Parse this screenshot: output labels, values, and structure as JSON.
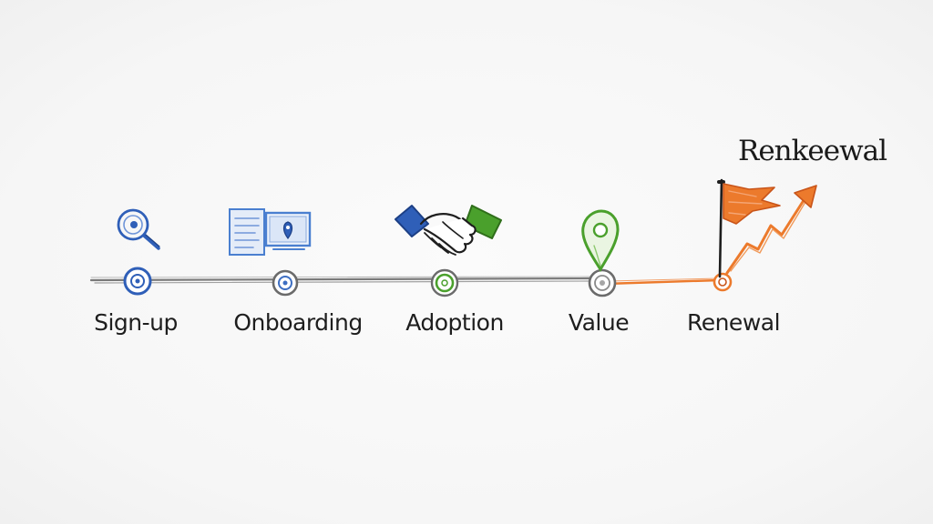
{
  "headline": "Renkeewal",
  "colors": {
    "blue": "#2f5fb8",
    "green": "#4aa02c",
    "orange": "#ec7a2c",
    "gray": "#8a8a8a",
    "ink": "#1e1e1e"
  },
  "stages": [
    {
      "label": "Sign-up",
      "icon": "magnifier-icon",
      "color": "#2f5fb8"
    },
    {
      "label": "Onboarding",
      "icon": "document-screen-icon",
      "color": "#4a7fd0"
    },
    {
      "label": "Adoption",
      "icon": "handshake-icon",
      "color": "#4aa02c"
    },
    {
      "label": "Value",
      "icon": "map-pin-icon",
      "color": "#4aa02c"
    },
    {
      "label": "Renewal",
      "icon": "flag-rising-arrow-icon",
      "color": "#ec7a2c"
    }
  ]
}
